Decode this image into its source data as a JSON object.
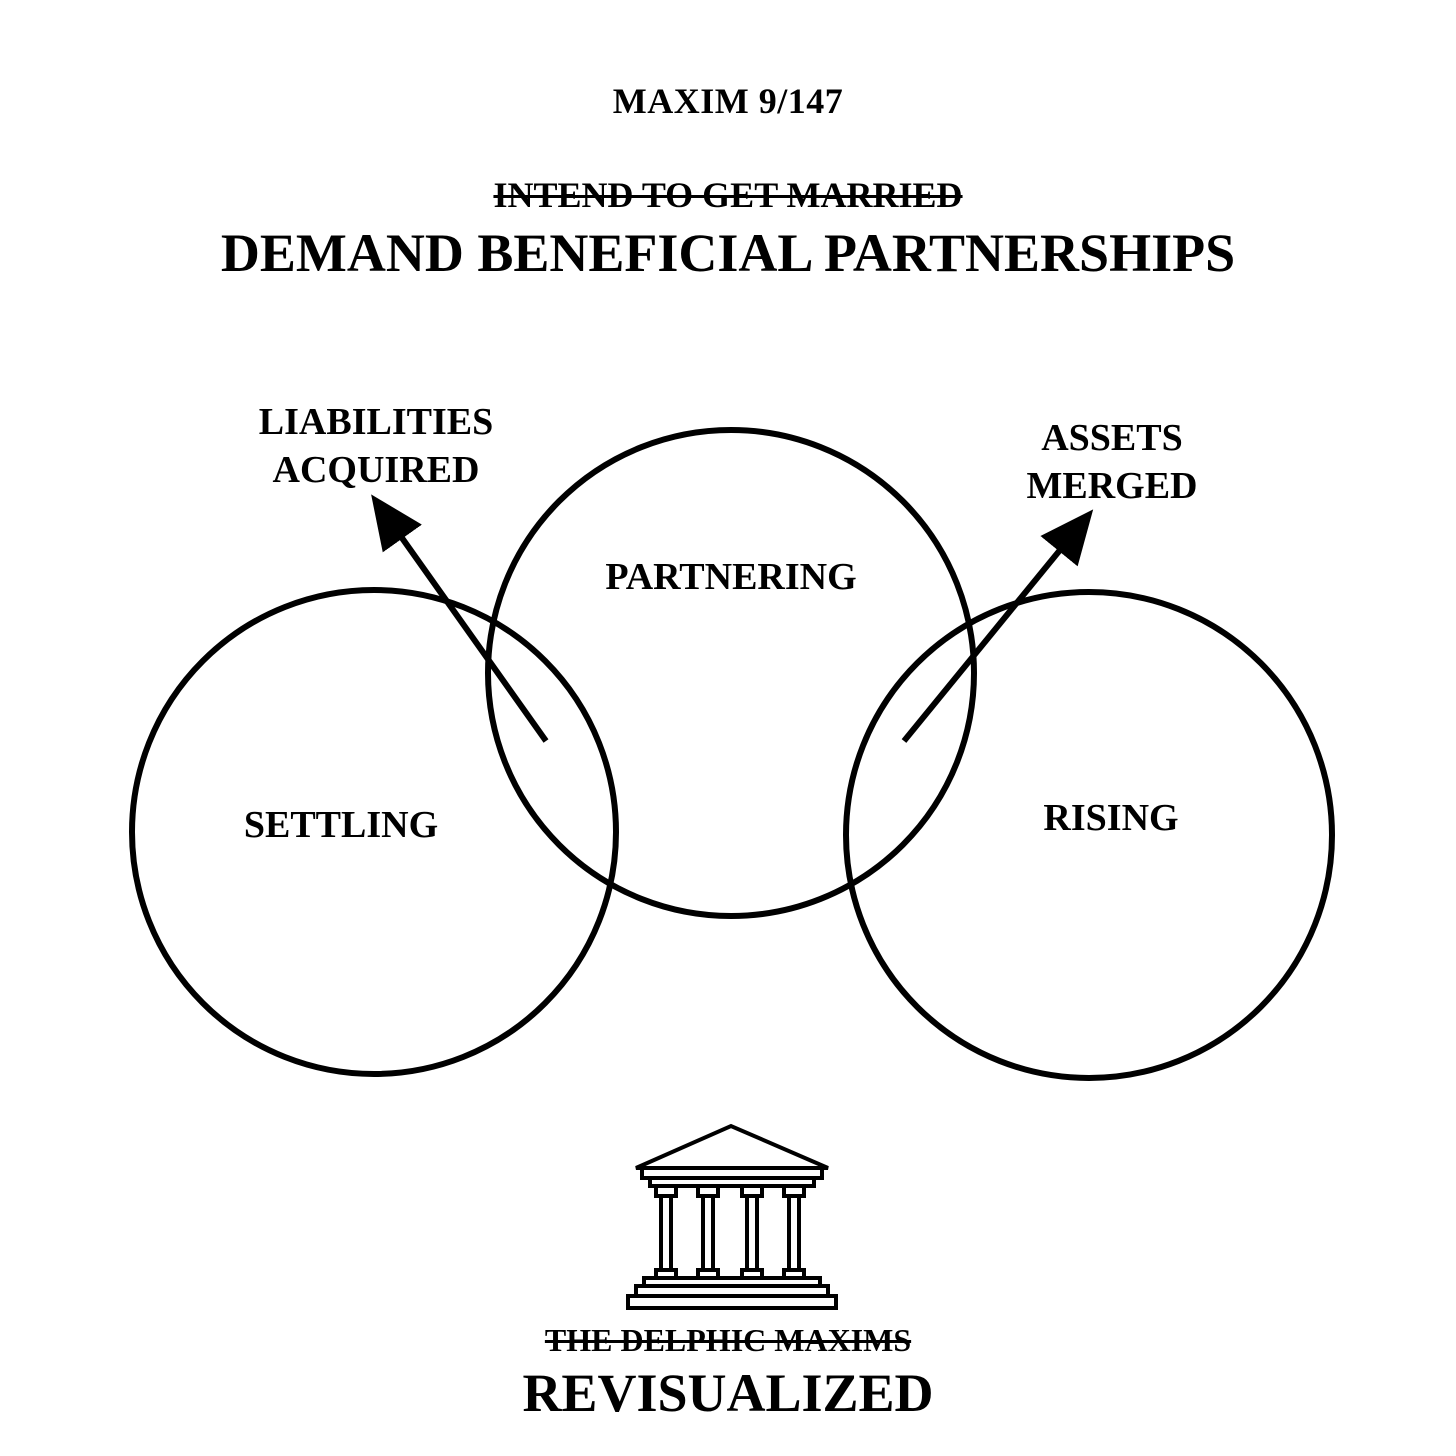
{
  "header": {
    "counter": "MAXIM 9/147",
    "struck_title": "INTEND TO GET MARRIED",
    "title": "DEMAND BENEFICIAL PARTNERSHIPS"
  },
  "diagram": {
    "circles": {
      "left": "SETTLING",
      "center": "PARTNERING",
      "right": "RISING"
    },
    "arrow_labels": {
      "left": [
        "LIABILITIES",
        "ACQUIRED"
      ],
      "right": [
        "ASSETS",
        "MERGED"
      ]
    }
  },
  "footer": {
    "icon": "temple-icon",
    "struck_title": "THE DELPHIC MAXIMS",
    "title": "REVISUALIZED"
  },
  "colors": {
    "ink": "#000000",
    "background": "#ffffff"
  }
}
